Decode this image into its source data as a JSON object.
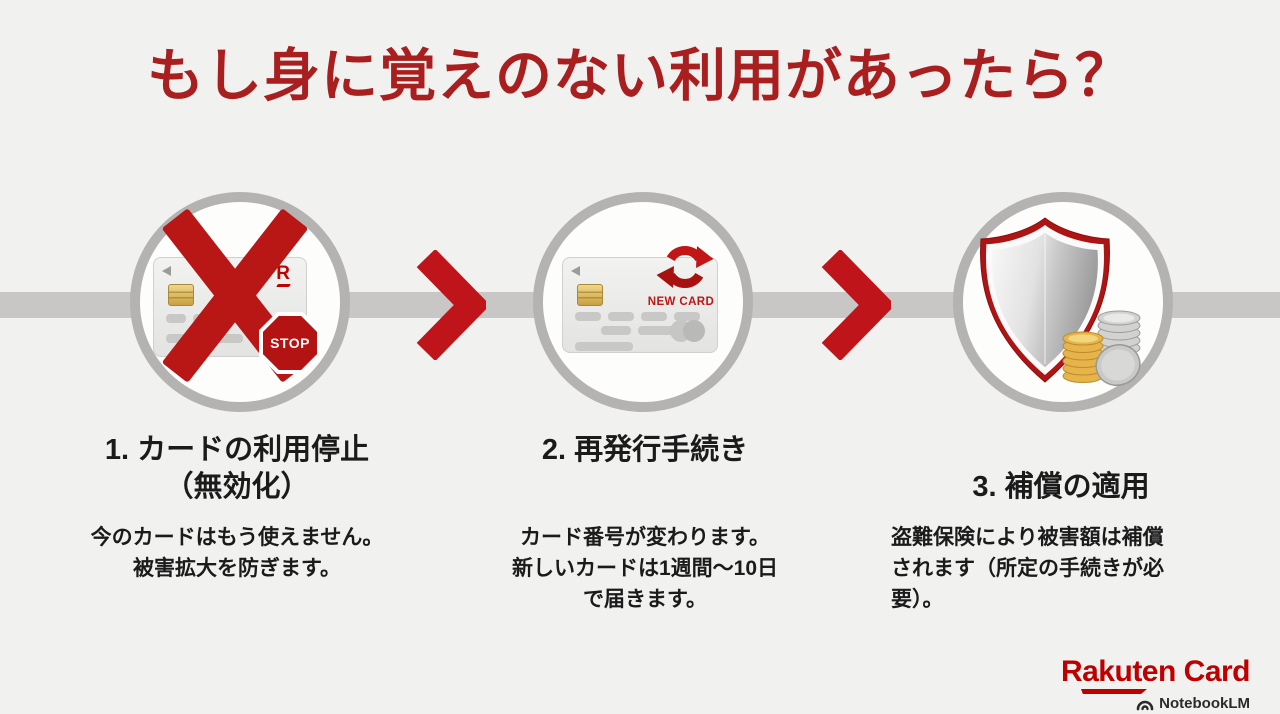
{
  "title": "もし身に覚えのない利用があったら？",
  "steps": [
    {
      "title_lines": [
        "1. カードの利用停止",
        "（無効化）"
      ],
      "desc_lines": [
        "今のカードはもう使えません。",
        "被害拡大を防ぎます。"
      ],
      "icon": "blocked-card-with-stop-sign"
    },
    {
      "title_lines": [
        "2. 再発行手続き"
      ],
      "desc_lines": [
        "カード番号が変わります。",
        "新しいカードは1週間～10日",
        "で届きます。"
      ],
      "icon": "card-with-refresh-arrows"
    },
    {
      "title_lines": [
        "3. 補償の適用"
      ],
      "desc_lines": [
        "盗難保険により被害額は補償",
        "されます（所定の手続きが必",
        "要）。"
      ],
      "icon": "shield-with-coins"
    }
  ],
  "card_labels": {
    "rakuten_r": "R",
    "stop": "STOP",
    "new_card": "NEW CARD"
  },
  "branding": {
    "logo": "Rakuten Card",
    "generator": "NotebookLM"
  },
  "colors": {
    "background": "#f1f1ef",
    "title_red": "#a91e1e",
    "accent_red": "#bb1616",
    "rakuten_red": "#bf0000",
    "timeline_gray": "#c8c7c5",
    "ring_gray": "#b4b3b2",
    "text_black": "#1b1b1b"
  }
}
